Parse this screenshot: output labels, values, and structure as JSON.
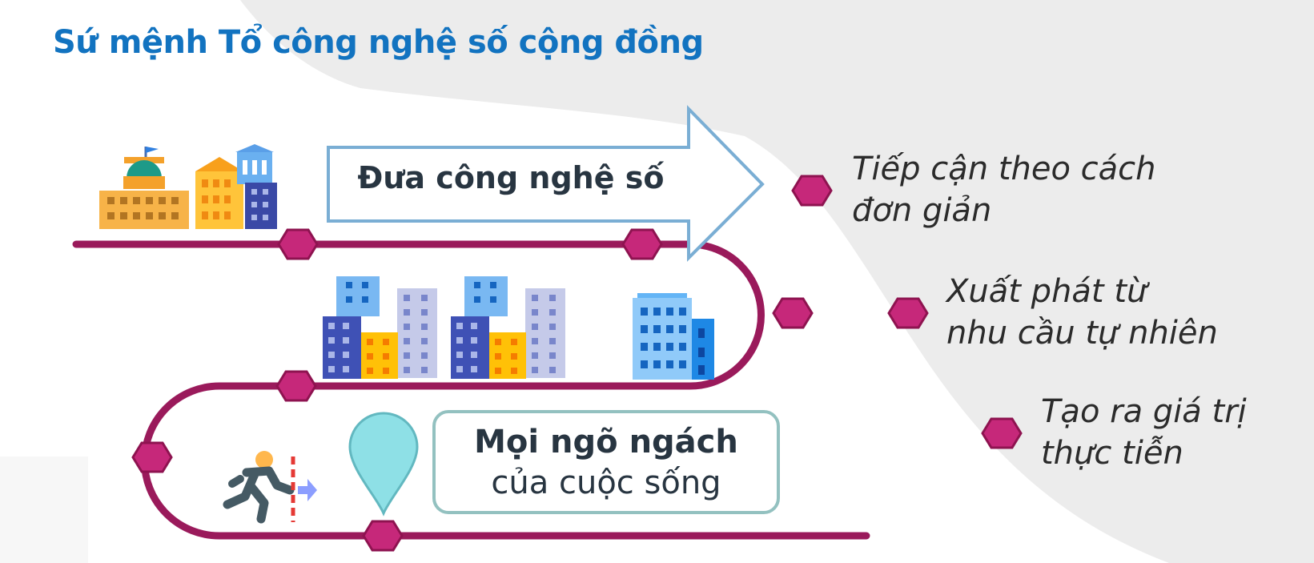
{
  "title": "Sứ mệnh Tổ công nghệ số cộng đồng",
  "arrow_label": "Đưa công nghệ số",
  "destination": {
    "line1": "Mọi ngõ ngách",
    "line2": "của cuộc sống"
  },
  "points": [
    {
      "line1": "Tiếp cận theo cách",
      "line2": "đơn giản"
    },
    {
      "line1": "Xuất phát từ",
      "line2": "nhu cầu tự nhiên"
    },
    {
      "line1": "Tạo ra giá trị",
      "line2": "thực tiễn"
    }
  ],
  "colors": {
    "title": "#1273c0",
    "road": "#9a1a5b",
    "hexagon_fill": "#c6287a",
    "hexagon_stroke": "#8e1350",
    "arrow_border": "#7aaed4",
    "box_border": "#93c1c0",
    "pin": "#8ee0e6",
    "background_shape": "#ececec"
  },
  "icons": [
    "government-building-icon",
    "city-buildings-icon",
    "office-building-icon",
    "running-person-exit-icon",
    "location-pin-icon"
  ]
}
